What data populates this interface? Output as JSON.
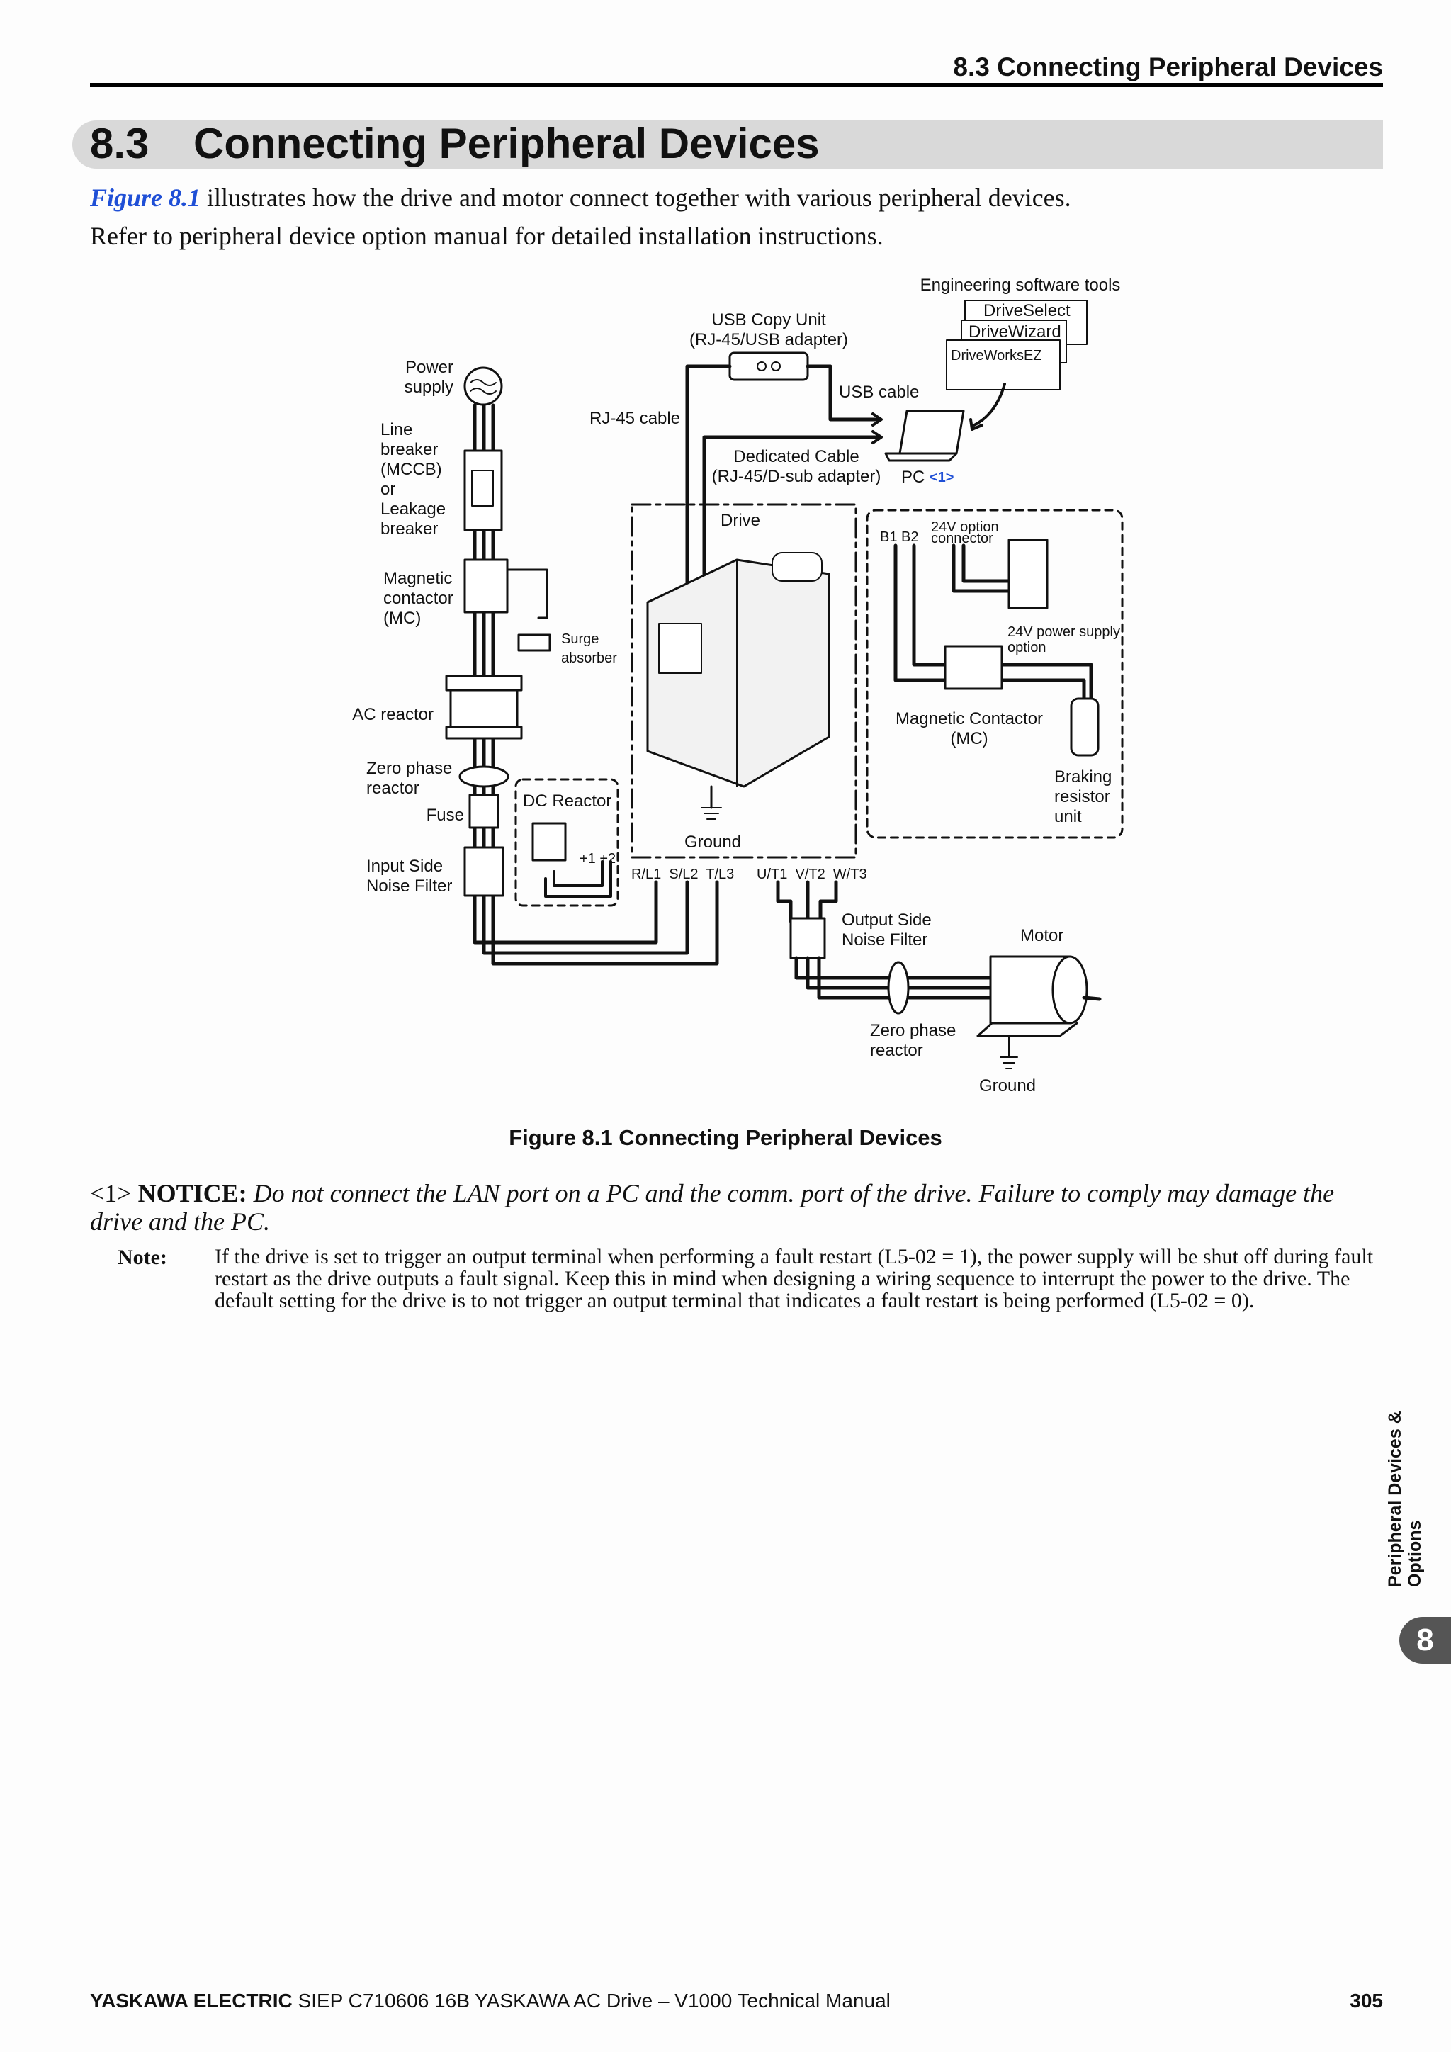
{
  "header": {
    "section_title": "8.3 Connecting Peripheral Devices"
  },
  "section": {
    "number": "8.3",
    "title": "Connecting Peripheral Devices"
  },
  "intro": {
    "figure_link": "Figure 8.1",
    "line1_rest": " illustrates how the drive and motor connect together with various peripheral devices.",
    "line2": "Refer to peripheral device option manual for detailed installation instructions."
  },
  "diagram": {
    "labels": {
      "engineering_tools": "Engineering software tools",
      "drive_select": "DriveSelect",
      "drive_wizard": "DriveWizard",
      "drive_works_ez": "DriveWorksEZ",
      "usb_copy_unit_1": "USB Copy Unit",
      "usb_copy_unit_2": "(RJ-45/USB adapter)",
      "usb_cable": "USB cable",
      "rj45_cable": "RJ-45 cable",
      "dedicated_cable_1": "Dedicated Cable",
      "dedicated_cable_2": "(RJ-45/D-sub adapter)",
      "pc": "PC",
      "pc_ref": "<1>",
      "power_supply_1": "Power",
      "power_supply_2": "supply",
      "line_breaker_1": "Line",
      "line_breaker_2": "breaker",
      "line_breaker_3": "(MCCB)",
      "line_breaker_4": "or",
      "line_breaker_5": "Leakage",
      "line_breaker_6": "breaker",
      "magnetic_contactor_1": "Magnetic",
      "magnetic_contactor_2": "contactor",
      "magnetic_contactor_3": "(MC)",
      "surge_absorber_1": "Surge",
      "surge_absorber_2": "absorber",
      "ac_reactor": "AC reactor",
      "zero_phase_1": "Zero phase",
      "zero_phase_2": "reactor",
      "fuse": "Fuse",
      "dc_reactor": "DC Reactor",
      "dc_terminals": "+1 +2",
      "input_filter_1": "Input Side",
      "input_filter_2": "Noise Filter",
      "drive": "Drive",
      "ground": "Ground",
      "input_terminals": "R/L1  S/L2  T/L3",
      "output_terminals": "U/T1  V/T2  W/T3",
      "b1b2": "B1 B2",
      "option_24v_1": "24V option",
      "option_24v_2": "connector",
      "power_24v_1": "24V power supply",
      "power_24v_2": "option",
      "mc_right_1": "Magnetic Contactor",
      "mc_right_2": "(MC)",
      "braking_1": "Braking",
      "braking_2": "resistor",
      "braking_3": "unit",
      "output_filter_1": "Output Side",
      "output_filter_2": "Noise Filter",
      "motor": "Motor",
      "zero_phase_out_1": "Zero phase",
      "zero_phase_out_2": "reactor",
      "ground_motor": "Ground"
    },
    "colors": {
      "ref_blue": "#1f4fd6",
      "line": "#111111"
    }
  },
  "figure_caption": "Figure 8.1  Connecting Peripheral Devices",
  "notice": {
    "ref": "<1>",
    "label": "NOTICE:",
    "text": " Do not connect the LAN port on a PC and the comm. port of the drive. Failure to comply may damage the drive and the PC."
  },
  "note": {
    "label": "Note:",
    "text": "If the drive is set to trigger an output terminal when performing a fault restart (L5-02 = 1), the power supply will be shut off during fault restart as the drive outputs a fault signal. Keep this in mind when designing a wiring sequence to interrupt the power to the drive. The default setting for the drive is to not trigger an output terminal that indicates a fault restart is being performed (L5-02 = 0)."
  },
  "side_tab": {
    "text": "Peripheral Devices & Options",
    "chapter": "8"
  },
  "footer": {
    "brand": "YASKAWA ELECTRIC",
    "doc": " SIEP C710606 16B YASKAWA AC Drive – V1000 Technical Manual",
    "page": "305"
  }
}
